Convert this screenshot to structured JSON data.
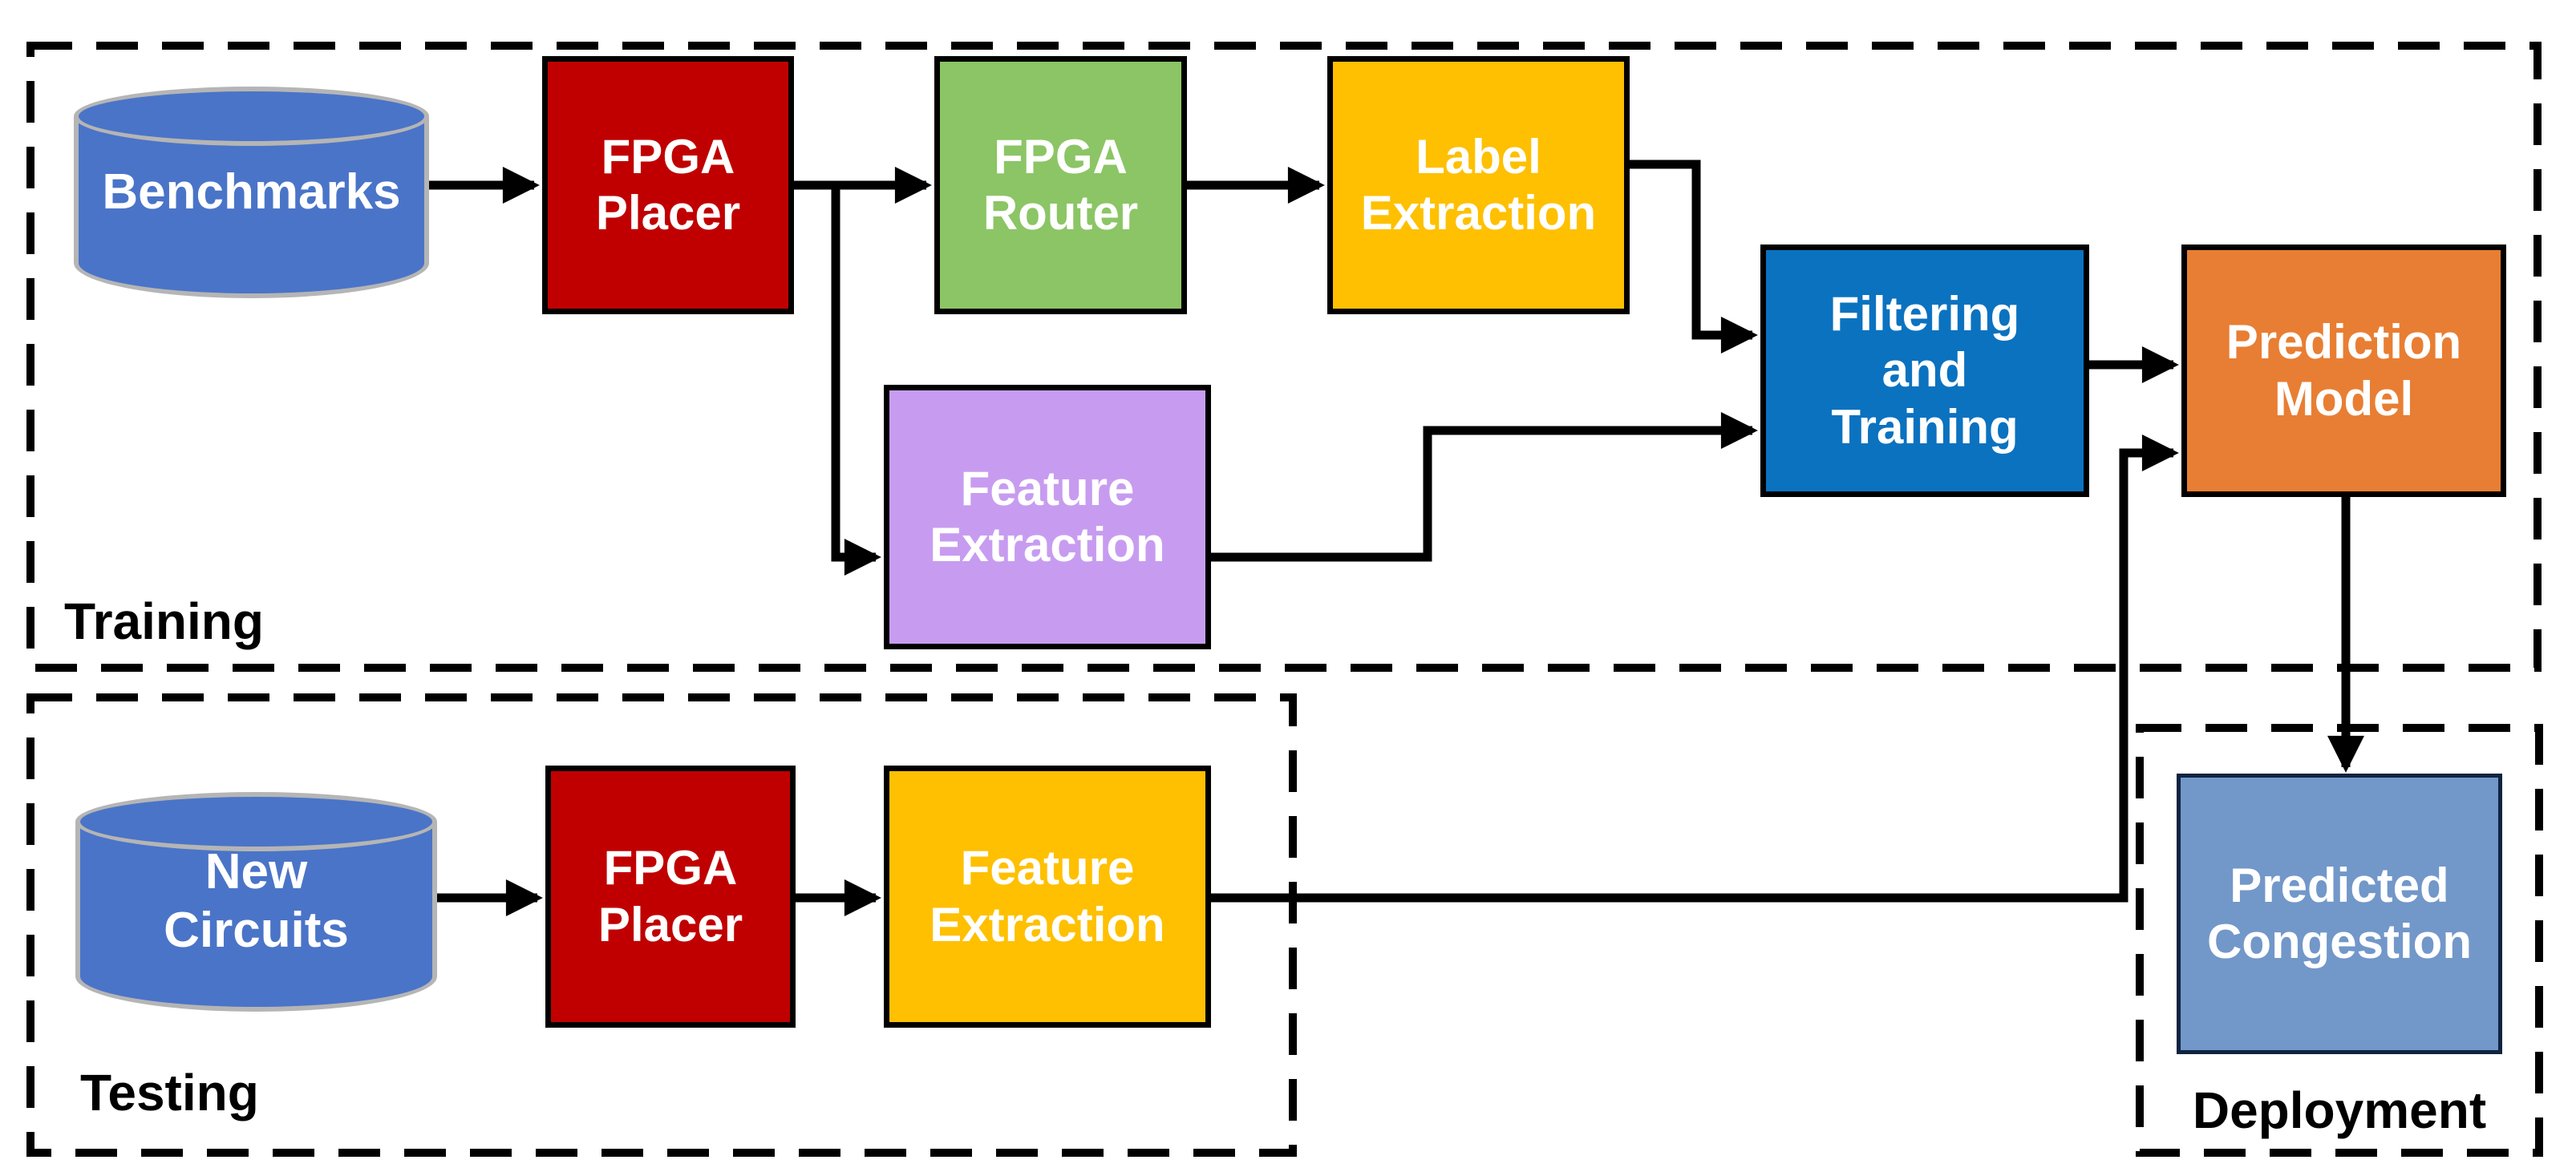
{
  "colors": {
    "bg": "#ffffff",
    "line": "#000000",
    "db-fill": "#4a74c8",
    "db-border": "#b5b5b5",
    "placer-red": "#c00000",
    "router-green": "#8bc565",
    "extraction-yellow": "#fec000",
    "feature-purple": "#c79cf0",
    "filtering-blue": "#0b72c0",
    "prediction-orange": "#e87e33",
    "congestion-steel": "#7297c9"
  },
  "sections": {
    "training": {
      "label": "Training"
    },
    "testing": {
      "label": "Testing"
    },
    "deployment": {
      "label": "Deployment"
    }
  },
  "nodes": {
    "benchmarks": {
      "label": "Benchmarks",
      "shape": "database"
    },
    "fpga_placer_train": {
      "label": "FPGA\nPlacer",
      "shape": "process"
    },
    "fpga_router": {
      "label": "FPGA\nRouter",
      "shape": "process"
    },
    "label_extraction": {
      "label": "Label\nExtraction",
      "shape": "process"
    },
    "feature_extraction_train": {
      "label": "Feature\nExtraction",
      "shape": "process"
    },
    "filtering_and_training": {
      "label": "Filtering\nand\nTraining",
      "shape": "process"
    },
    "prediction_model": {
      "label": "Prediction\nModel",
      "shape": "process"
    },
    "new_circuits": {
      "label": "New\nCircuits",
      "shape": "database"
    },
    "fpga_placer_test": {
      "label": "FPGA\nPlacer",
      "shape": "process"
    },
    "feature_extraction_test": {
      "label": "Feature\nExtraction",
      "shape": "process"
    },
    "predicted_congestion": {
      "label": "Predicted\nCongestion",
      "shape": "output"
    }
  }
}
